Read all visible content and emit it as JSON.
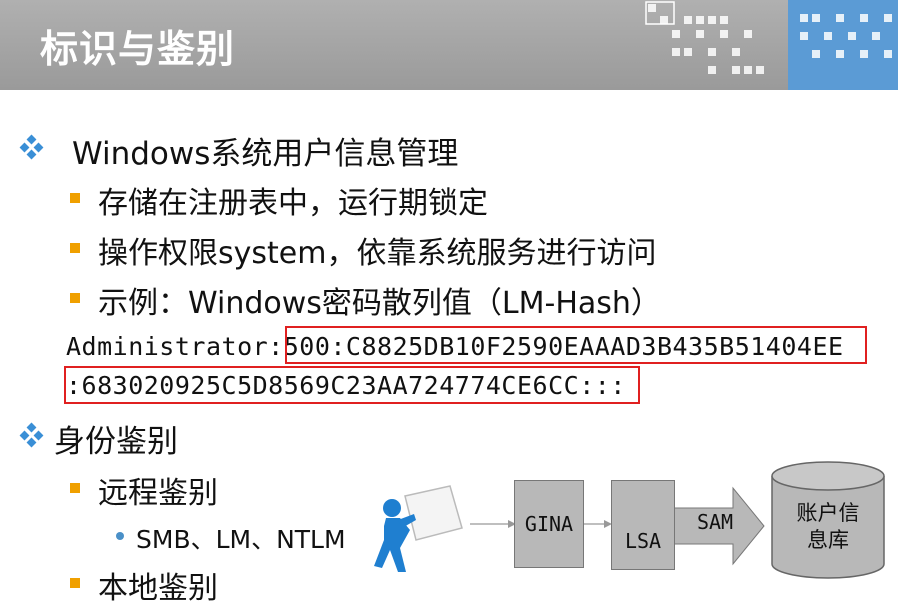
{
  "header": {
    "title": "标识与鉴别",
    "bg_color": "#a6a6a6",
    "accent": "#5b9bd5"
  },
  "bullets": {
    "windows_title": "Windows系统用户信息管理",
    "storage": "存储在注册表中，运行期锁定",
    "permission": "操作权限system，依靠系统服务进行访问",
    "example": "示例：Windows密码散列值（LM-Hash）",
    "hash_prefix": "Administrator:",
    "hash_part1": "500:C8825DB10F2590EAAAD3B435B51404EE",
    "hash_part2": ":683020925C5D8569C23AA724774CE6CC:::",
    "auth_title": "身份鉴别",
    "remote": "远程鉴别",
    "protocols": "SMB、LM、NTLM",
    "local": "本地鉴别"
  },
  "diagram": {
    "gina": "GINA",
    "lsa": "LSA",
    "sam": "SAM",
    "db_line1": "账户信",
    "db_line2": "息库"
  }
}
